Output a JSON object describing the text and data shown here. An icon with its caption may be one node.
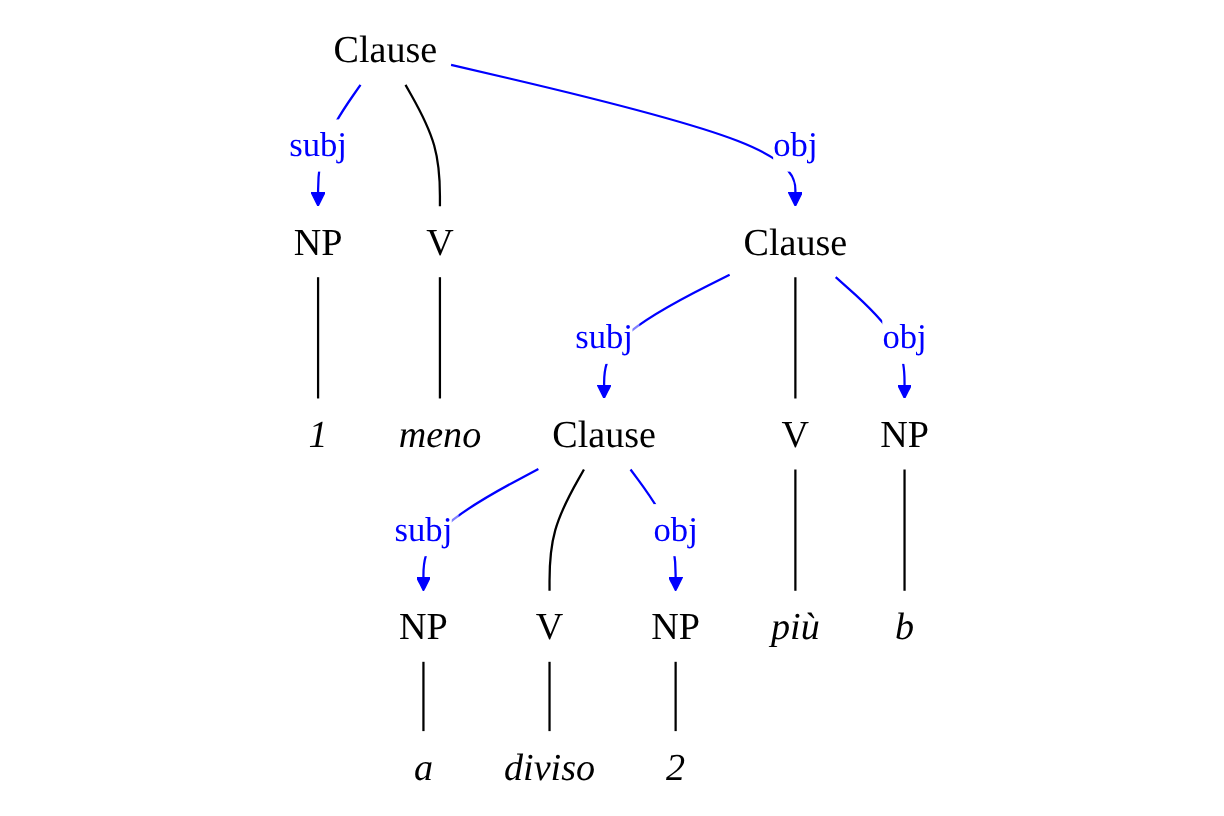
{
  "diagram": {
    "nodes": [
      {
        "text": [
          "Clause"
        ]
      },
      {
        "text": [
          "NP"
        ]
      },
      {
        "text": [
          "V"
        ]
      },
      {
        "text": [
          "Clause"
        ]
      },
      {
        "text": [
          "1"
        ]
      },
      {
        "text": [
          "meno"
        ]
      },
      {
        "text": [
          "Clause"
        ]
      },
      {
        "text": [
          "V"
        ]
      },
      {
        "text": [
          "NP"
        ]
      },
      {
        "text": [
          "NP"
        ]
      },
      {
        "text": [
          "V"
        ]
      },
      {
        "text": [
          "NP"
        ]
      },
      {
        "text": [
          "più"
        ]
      },
      {
        "text": [
          "b"
        ]
      },
      {
        "text": [
          "a"
        ]
      },
      {
        "text": [
          "diviso"
        ]
      },
      {
        "text": [
          "2"
        ]
      }
    ],
    "edges": [
      {
        "from": 0,
        "to": 1,
        "arrow": "to",
        "label": "subj",
        "color": "#0000ff"
      },
      {
        "from": 0,
        "to": 2,
        "arrow": "none"
      },
      {
        "from": 0,
        "to": 3,
        "arrow": "to",
        "label": "obj",
        "color": "#0000ff"
      },
      {
        "from": 1,
        "to": 4,
        "arrow": "none"
      },
      {
        "from": 2,
        "to": 5,
        "arrow": "none"
      },
      {
        "from": 3,
        "to": 6,
        "arrow": "to",
        "label": "subj",
        "color": "#0000ff"
      },
      {
        "from": 3,
        "to": 7,
        "arrow": "none"
      },
      {
        "from": 3,
        "to": 8,
        "arrow": "to",
        "label": "obj",
        "color": "#0000ff"
      },
      {
        "from": 6,
        "to": 9,
        "arrow": "to",
        "label": "subj",
        "color": "#0000ff"
      },
      {
        "from": 6,
        "to": 10,
        "arrow": "none"
      },
      {
        "from": 6,
        "to": 11,
        "arrow": "to",
        "label": "obj",
        "color": "#0000ff"
      },
      {
        "from": 7,
        "to": 12,
        "arrow": "none"
      },
      {
        "from": 8,
        "to": 13,
        "arrow": "none"
      },
      {
        "from": 9,
        "to": 14,
        "arrow": "none"
      },
      {
        "from": 10,
        "to": 15,
        "arrow": "none"
      },
      {
        "from": 11,
        "to": 16,
        "arrow": "none"
      }
    ]
  }
}
